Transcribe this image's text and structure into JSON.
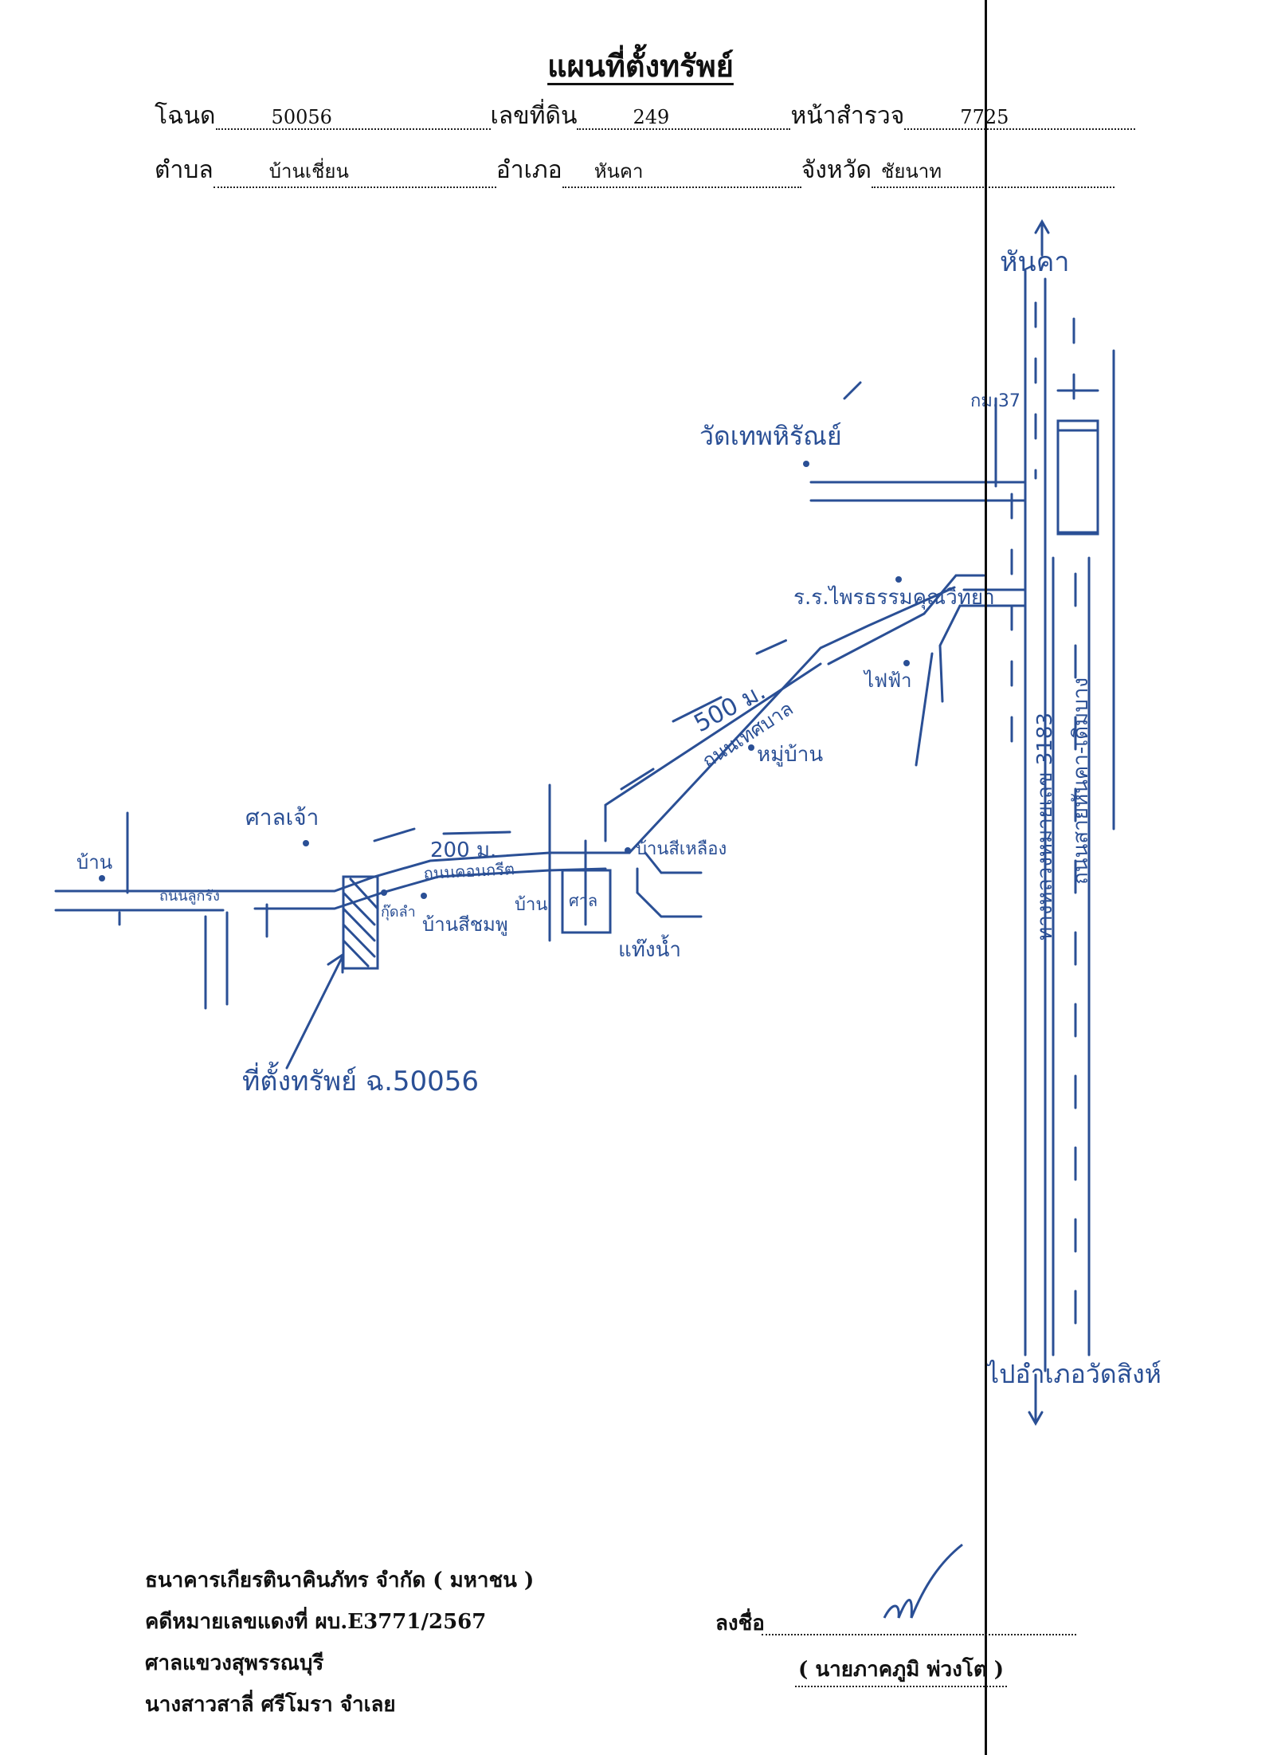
{
  "title": "แผนที่ตั้งทรัพย์",
  "header": {
    "deed_label": "โฉนด",
    "deed_no": "50056",
    "land_no_label": "เลขที่ดิน",
    "land_no": "249",
    "survey_label": "หน้าสำรวจ",
    "survey_no": "7725",
    "subdistrict_label": "ตำบล",
    "subdistrict": "บ้านเชี่ยน",
    "district_label": "อำเภอ",
    "district": "หันคา",
    "province_label": "จังหวัด",
    "province": "ชัยนาท"
  },
  "map": {
    "north_label": "หันคา",
    "south_label": "ไปอำเภอวัดสิงห์",
    "highway_label": "ทางหลวงหมายเลข 3183",
    "road_label": "ถนนสายหันคา-เดิมบาง",
    "km_label": "กม.37",
    "temple_label": "วัดเทพหิรัณย์",
    "school_label": "ร.ร.ไพรธรรมคุณวิทยา",
    "power_label": "ไฟฟ้า",
    "dist1_label": "500 ม.",
    "road2_label": "ถนนเทศบาล",
    "village_label": "หมู่บ้าน",
    "house_yellow_label": "บ้านสีเหลือง",
    "temple2_label": "ศาลเจ้า",
    "dist2_label": "200 ม.",
    "road3_label": "ถนนคอนกรีต",
    "house_left_label": "บ้าน",
    "road4_label": "ถนนลูกรัง",
    "home1_label": "บ้าน",
    "shrine_label": "ศาล",
    "water_tank_label": "แท๊งน้ำ",
    "pink_house_label": "บ้านสีชมพู",
    "hut_label": "กุ๊ดลำ",
    "target_label": "ที่ตั้งทรัพย์ ฉ.50056"
  },
  "footer": {
    "bank": "ธนาคารเกียรตินาคินภัทร จำกัด ( มหาชน )",
    "case_no": "คดีหมายเลขแดงที่ ผบ.E3771/2567",
    "court": "ศาลแขวงสุพรรณบุรี",
    "defendant": "นางสาวสาลี่  ศรีโมรา จำเลย",
    "sign_label": "ลงชื่อ",
    "signer": "( นายภาคภูมิ พ่วงโต )"
  }
}
